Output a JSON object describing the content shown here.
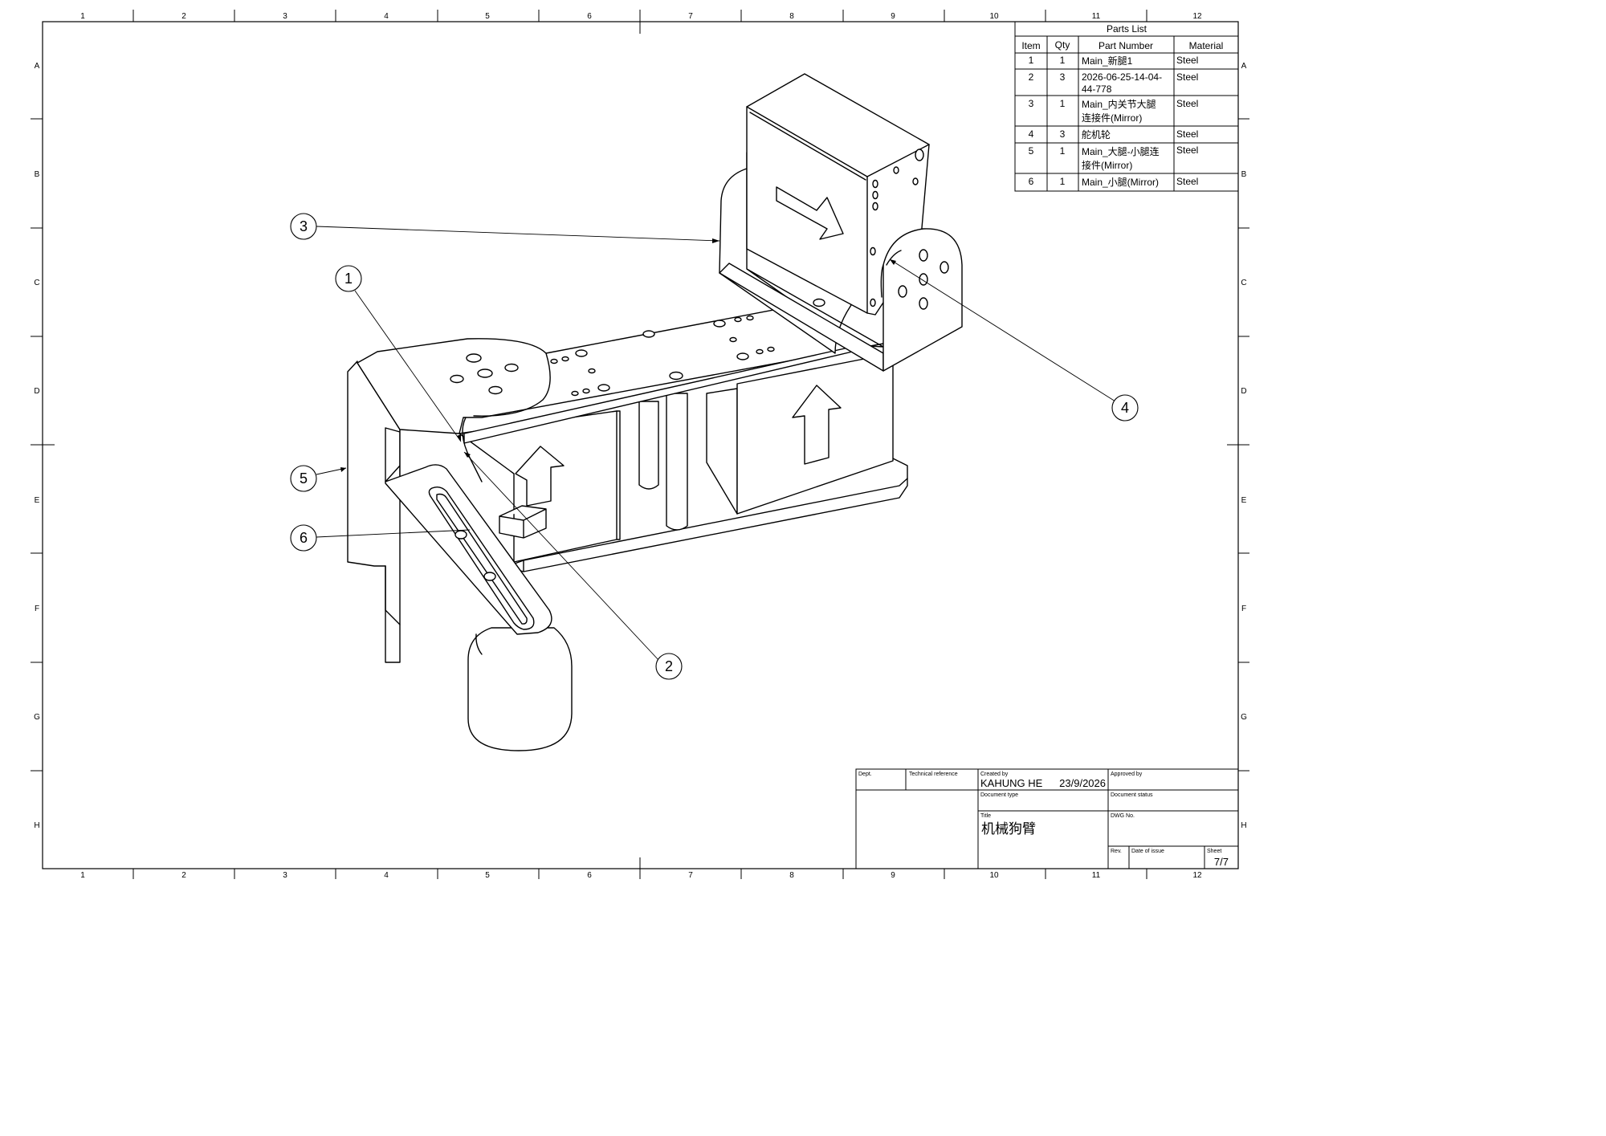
{
  "sheet": {
    "col_labels": [
      "1",
      "2",
      "3",
      "4",
      "5",
      "6",
      "7",
      "8",
      "9",
      "10",
      "11",
      "12"
    ],
    "row_labels": [
      "A",
      "B",
      "C",
      "D",
      "E",
      "F",
      "G",
      "H"
    ]
  },
  "parts_list": {
    "title": "Parts List",
    "headers": [
      "Item",
      "Qty",
      "Part Number",
      "Material"
    ],
    "rows": [
      {
        "item": "1",
        "qty": "1",
        "part_number": [
          "Main_新腿1"
        ],
        "material": "Steel"
      },
      {
        "item": "2",
        "qty": "3",
        "part_number": [
          "2026-06-25-14-04-",
          "44-778"
        ],
        "material": "Steel"
      },
      {
        "item": "3",
        "qty": "1",
        "part_number": [
          "Main_内关节大腿",
          "连接件(Mirror)"
        ],
        "material": "Steel"
      },
      {
        "item": "4",
        "qty": "3",
        "part_number": [
          "舵机轮"
        ],
        "material": "Steel"
      },
      {
        "item": "5",
        "qty": "1",
        "part_number": [
          "Main_大腿-小腿连",
          "接件(Mirror)"
        ],
        "material": "Steel"
      },
      {
        "item": "6",
        "qty": "1",
        "part_number": [
          "Main_小腿(Mirror)"
        ],
        "material": "Steel"
      }
    ]
  },
  "balloons": [
    "1",
    "2",
    "3",
    "4",
    "5",
    "6"
  ],
  "title_block": {
    "dept_label": "Dept.",
    "tech_ref_label": "Technical reference",
    "created_by_label": "Created by",
    "created_by": "KAHUNG HE",
    "created_date": "23/9/2026",
    "approved_by_label": "Approved by",
    "doc_type_label": "Document type",
    "doc_status_label": "Document status",
    "title_label": "Title",
    "title": "机械狗臂",
    "dwg_no_label": "DWG No.",
    "rev_label": "Rev.",
    "date_issue_label": "Date of issue",
    "sheet_label": "Sheet",
    "sheet": "7/7"
  }
}
